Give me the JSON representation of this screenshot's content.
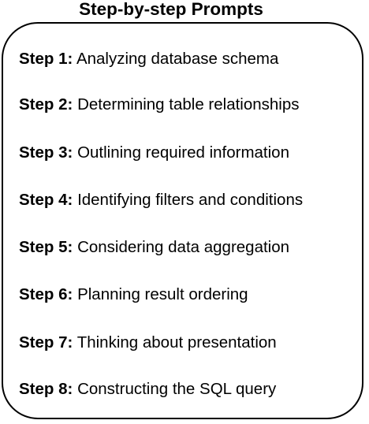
{
  "title": "Step-by-step Prompts",
  "steps": [
    {
      "label": "Step 1:",
      "text": "Analyzing database schema"
    },
    {
      "label": "Step 2:",
      "text": "Determining table relationships"
    },
    {
      "label": "Step 3:",
      "text": "Outlining required information"
    },
    {
      "label": "Step 4:",
      "text": "Identifying filters and conditions"
    },
    {
      "label": "Step 5:",
      "text": "Considering data aggregation"
    },
    {
      "label": "Step 6:",
      "text": "Planning result ordering"
    },
    {
      "label": "Step 7:",
      "text": "Thinking about presentation"
    },
    {
      "label": "Step 8:",
      "text": "Constructing the SQL query"
    }
  ]
}
